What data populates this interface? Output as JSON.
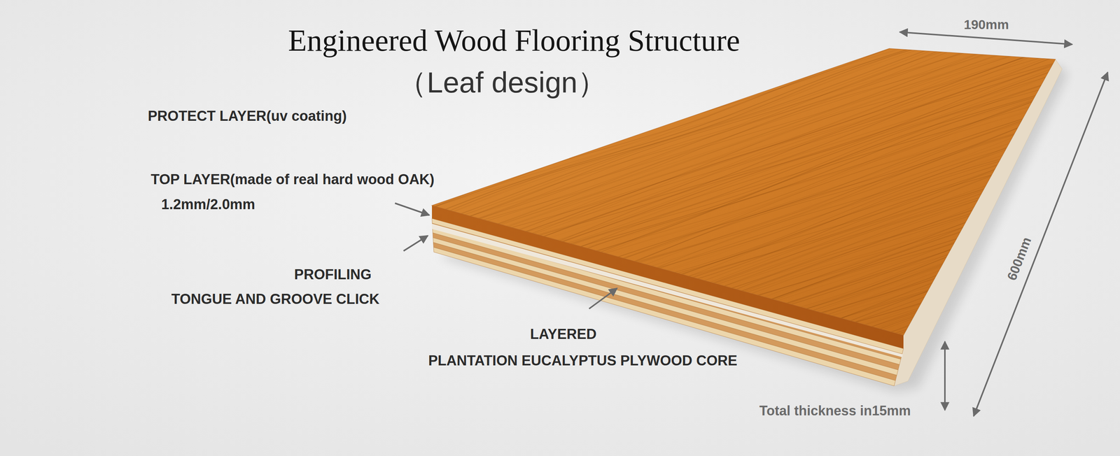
{
  "diagram": {
    "title": "Engineered Wood Flooring Structure",
    "labels": [
      "（Leaf design）",
      "PROTECT LAYER(uv coating)",
      "TOP LAYER(made of real hard wood OAK)",
      "1.2mm/2.0mm",
      "PROFILING",
      "TONGUE AND GROOVE CLICK",
      "LAYERED",
      "PLANTATION EUCALYPTUS PLYWOOD CORE",
      "190mm",
      "600mm",
      "Total thickness in15mm"
    ]
  }
}
